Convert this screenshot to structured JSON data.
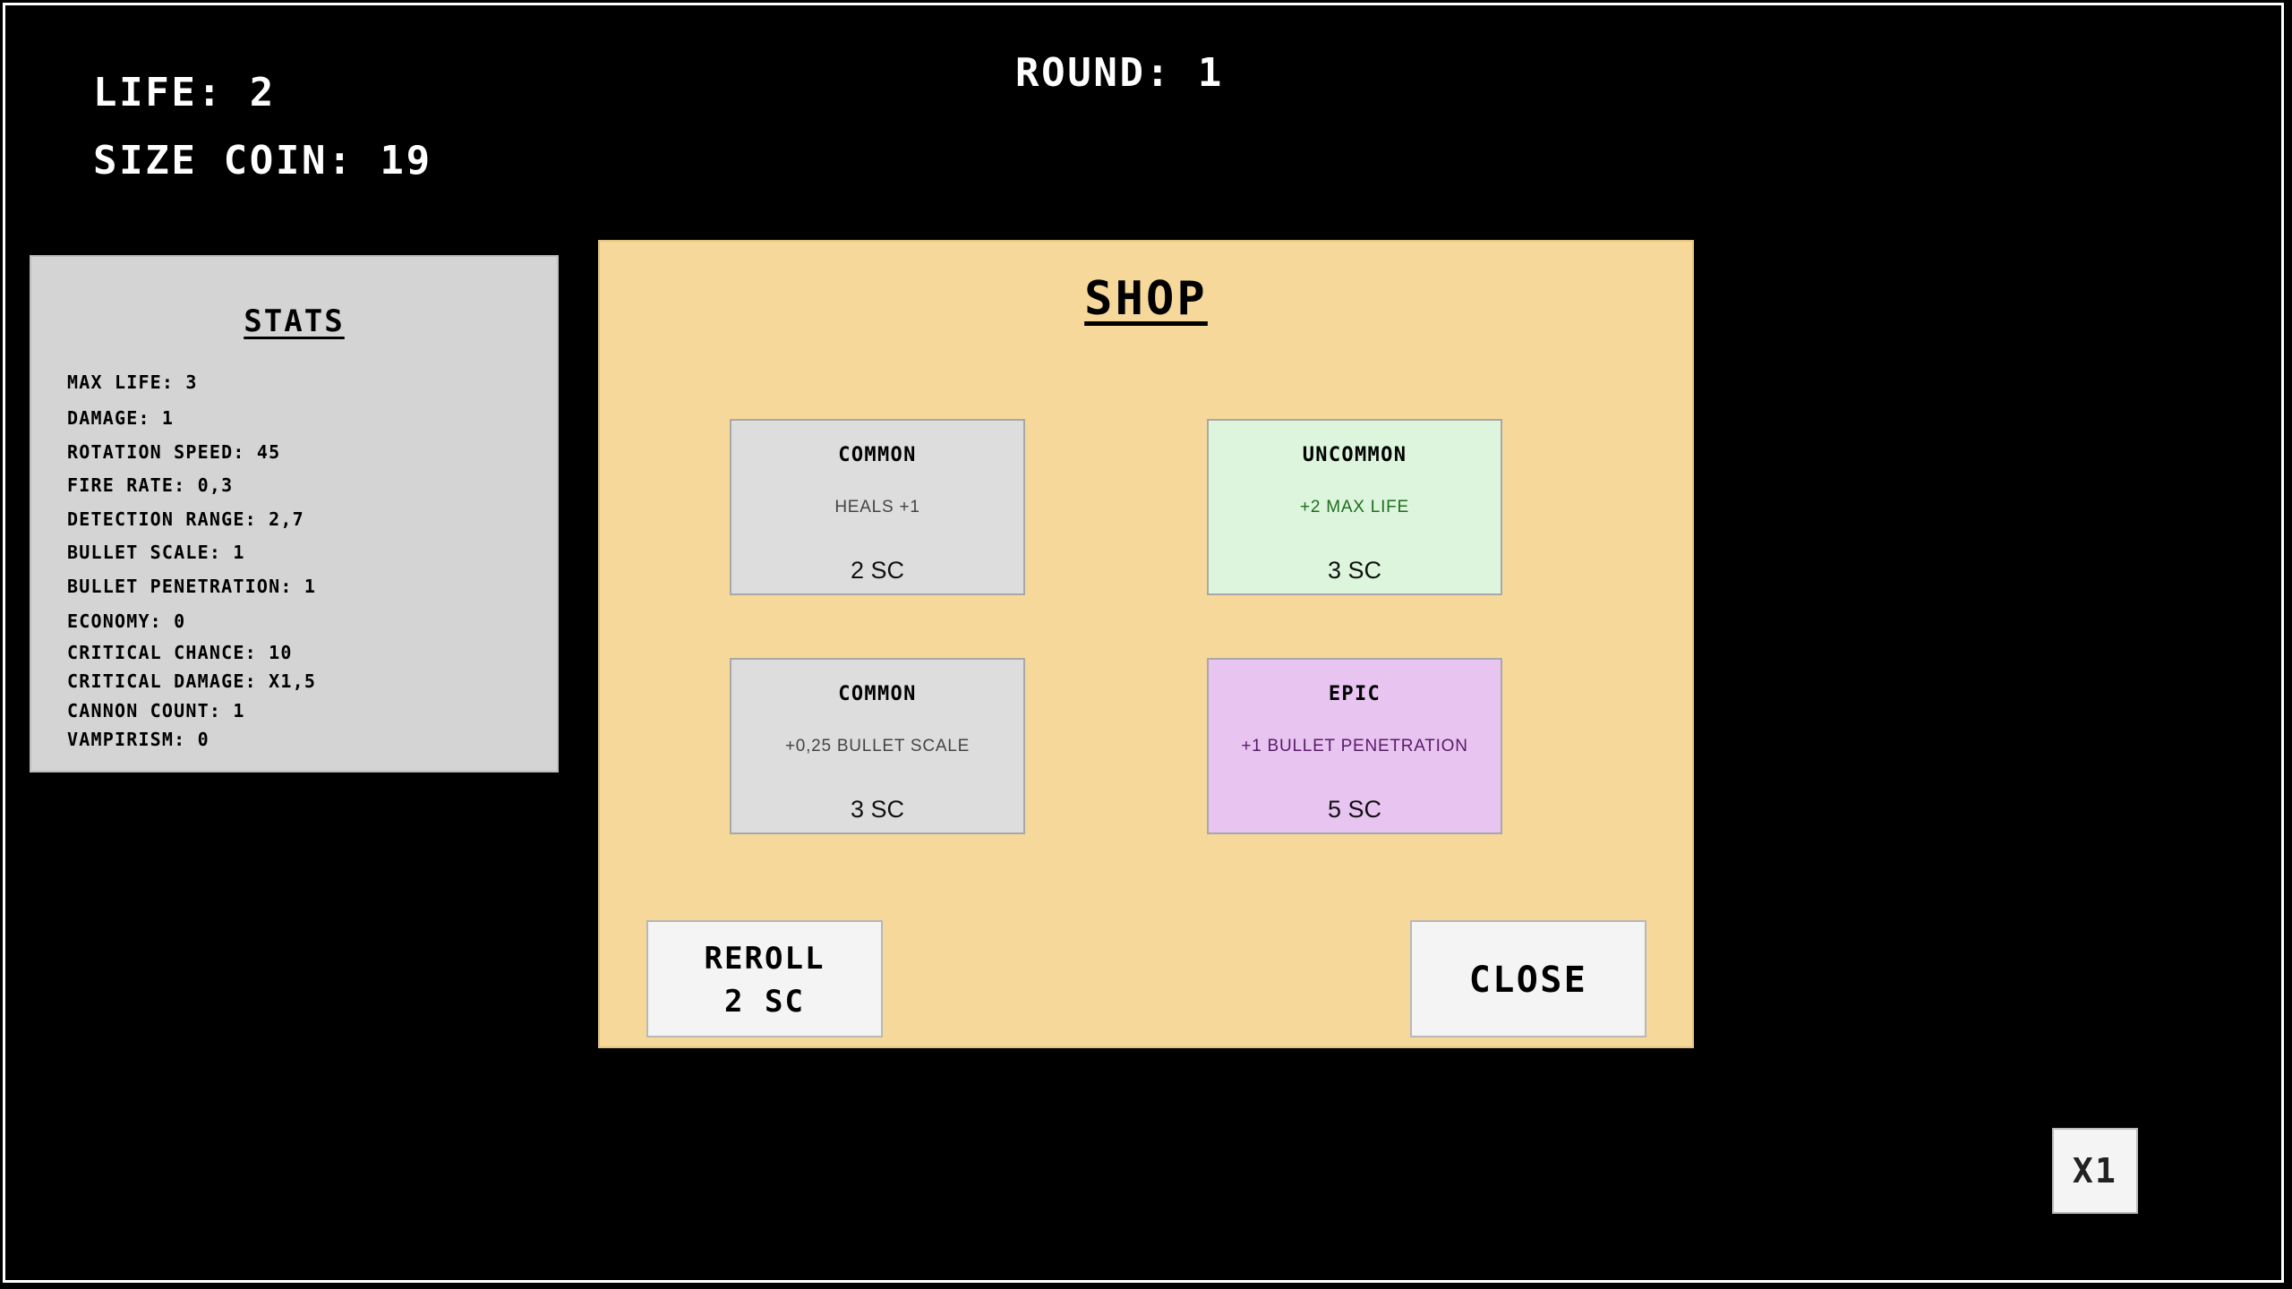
{
  "hud": {
    "life": "LIFE: 2",
    "size_coin": "SIZE COIN: 19",
    "round": "ROUND: 1"
  },
  "stats": {
    "title": "STATS",
    "lines": [
      "MAX LIFE: 3",
      "DAMAGE: 1",
      "ROTATION SPEED: 45",
      "FIRE RATE: 0,3",
      "DETECTION RANGE: 2,7",
      "BULLET SCALE: 1",
      "BULLET PENETRATION: 1",
      "ECONOMY: 0",
      "CRITICAL CHANCE: 10",
      "CRITICAL DAMAGE: X1,5",
      "CANNON COUNT: 1",
      "VAMPIRISM: 0"
    ]
  },
  "shop": {
    "title": "SHOP",
    "cards": [
      {
        "rarity": "COMMON",
        "effect": "HEALS +1",
        "price": "2 SC",
        "color": "#dddddd"
      },
      {
        "rarity": "UNCOMMON",
        "effect": "+2 MAX LIFE",
        "price": "3 SC",
        "color": "#dcf5dc"
      },
      {
        "rarity": "COMMON",
        "effect": "+0,25 BULLET SCALE",
        "price": "3 SC",
        "color": "#dddddd"
      },
      {
        "rarity": "EPIC",
        "effect": "+1 BULLET PENETRATION",
        "price": "5 SC",
        "color": "#e8c4f0"
      }
    ],
    "reroll_line1": "REROLL",
    "reroll_line2": "2 SC",
    "close_label": "CLOSE"
  },
  "speed_label": "X1"
}
